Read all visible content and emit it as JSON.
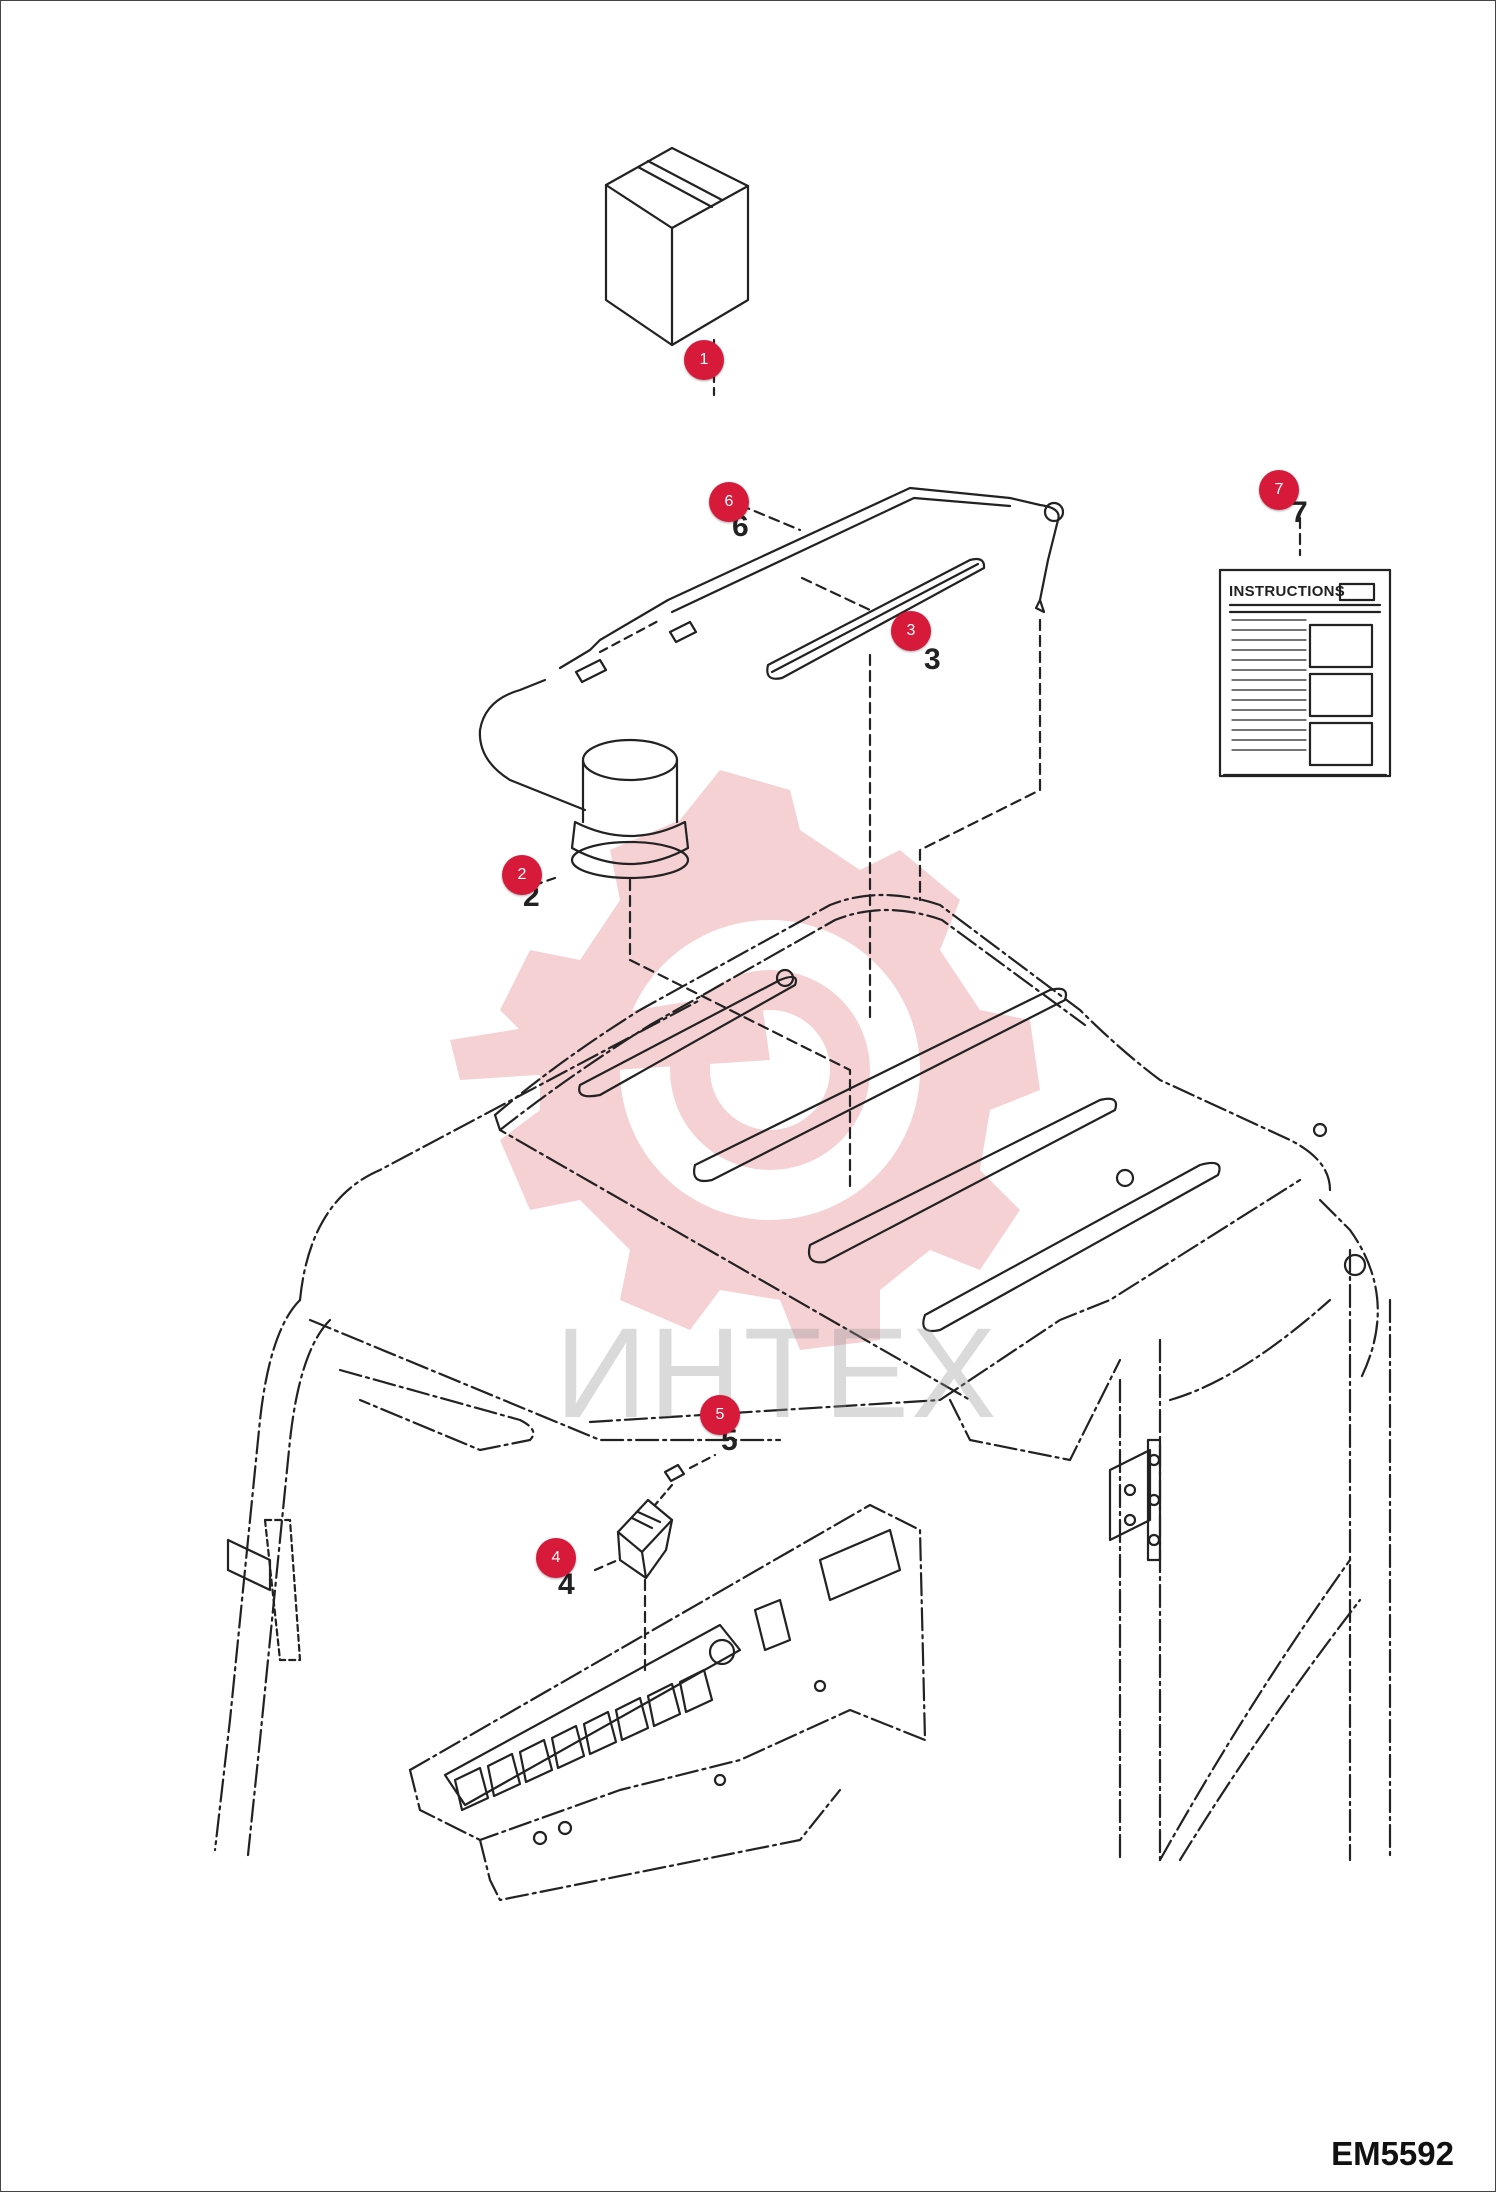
{
  "diagram": {
    "code": "EM5592",
    "watermark": "ИНТЕХ",
    "instructions_title": "INSTRUCTIONS"
  },
  "callouts": [
    {
      "id": "1",
      "label": "1"
    },
    {
      "id": "2",
      "label": "2"
    },
    {
      "id": "3",
      "label": "3"
    },
    {
      "id": "4",
      "label": "4"
    },
    {
      "id": "5",
      "label": "5"
    },
    {
      "id": "6",
      "label": "6"
    },
    {
      "id": "7",
      "label": "7"
    }
  ],
  "part_numbers": [
    "2",
    "3",
    "4",
    "5",
    "6",
    "7"
  ],
  "colors": {
    "callout": "#d7193a",
    "line": "#222222",
    "watermark_logo": "#f3c4c8"
  }
}
